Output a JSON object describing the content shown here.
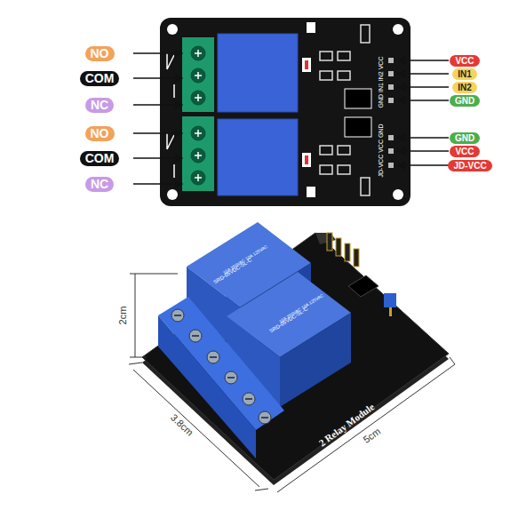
{
  "diagram": {
    "nodes": [
      {
        "text": [
          "NO"
        ]
      },
      {
        "text": [
          "COM"
        ]
      },
      {
        "text": [
          "NC"
        ]
      },
      {
        "text": [
          "NO"
        ]
      },
      {
        "text": [
          "COM"
        ]
      },
      {
        "text": [
          "NC"
        ]
      },
      {
        "text": [
          "VCC"
        ]
      },
      {
        "text": [
          "IN1"
        ]
      },
      {
        "text": [
          "IN2"
        ]
      },
      {
        "text": [
          "GND"
        ]
      },
      {
        "text": [
          "GND"
        ]
      },
      {
        "text": [
          "VCC"
        ]
      },
      {
        "text": [
          "JD-VCC"
        ]
      }
    ],
    "labels": [
      "GND IN1 IN2 VCC",
      "JD-VCC VCC GND",
      "2cm",
      "3.8cm",
      "5cm",
      "2 Relay Module",
      "SRD-05VDC-SL-C",
      "SRD-05VDC-SL-C",
      "10A 250VAC 10A 125VAC",
      "10A 250VAC 10A 125VAC"
    ]
  }
}
